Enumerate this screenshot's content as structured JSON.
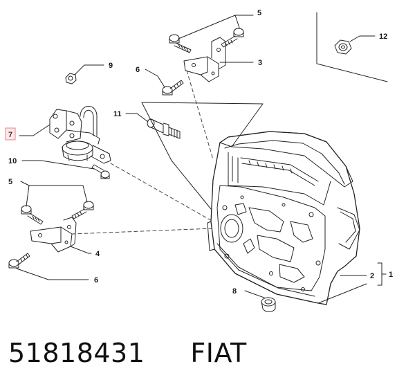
{
  "callouts": {
    "c1": "1",
    "c2": "2",
    "c3": "3",
    "c4": "4",
    "c5a": "5",
    "c5b": "5",
    "c6a": "6",
    "c6b": "6",
    "c7": "7",
    "c8": "8",
    "c9": "9",
    "c10": "10",
    "c11": "11",
    "c12": "12"
  },
  "footer": {
    "part_number": "51818431",
    "brand": "FIAT"
  },
  "colors": {
    "line": "#222222",
    "highlight_box": "#e8808a",
    "highlight_fill": "#fde8ea"
  }
}
